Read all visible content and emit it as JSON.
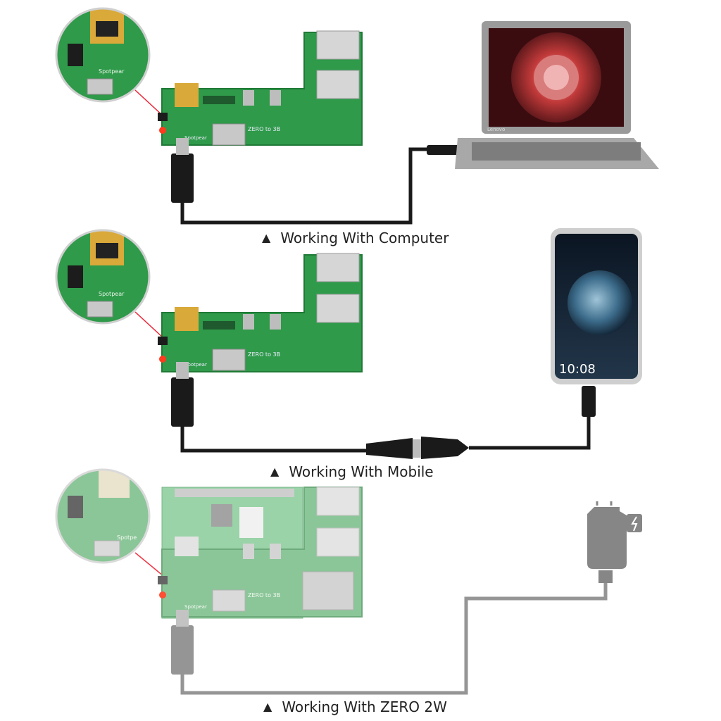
{
  "scenes": [
    {
      "caption": "Working With Computer",
      "board_label": "ZERO to 3B",
      "brand": "Spotpear",
      "zoom_brand": "Spotpear"
    },
    {
      "caption": "Working With Mobile",
      "board_label": "ZERO to 3B",
      "brand": "Spotpear",
      "zoom_brand": "Spotpear",
      "phone_time": "10:08"
    },
    {
      "caption": "Working With ZERO 2W",
      "board_label": "ZERO to 3B",
      "brand": "Spotpear",
      "zoom_brand": "Spotpe"
    }
  ],
  "laptop_brand": "Lenovo",
  "caption_marker": "▲",
  "colors": {
    "pcb": "#2f9a4a",
    "pcb_dark": "#1f7a36",
    "cable": "#1a1a1a",
    "cable_faded": "#8a8a8a",
    "led": "#ff3b1f",
    "laptop_gray": "#9a9a9a"
  }
}
